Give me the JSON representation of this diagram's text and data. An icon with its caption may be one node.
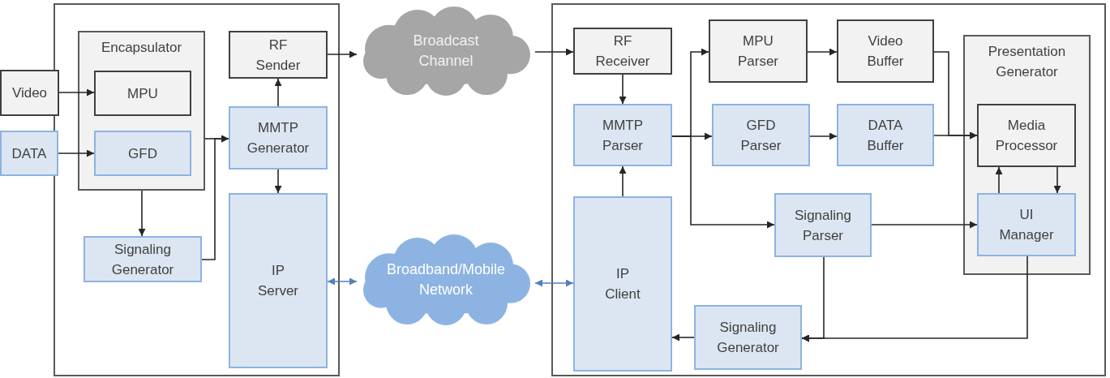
{
  "diagram": {
    "nodes": [
      {
        "text": [],
        "shape": "box"
      },
      {
        "text": [
          "Encapsulator"
        ],
        "in": 0
      },
      {
        "text": [
          "MPU"
        ],
        "in": 1
      },
      {
        "text": [
          "GFD"
        ],
        "in": 1
      },
      {
        "text": [
          "Video"
        ]
      },
      {
        "text": [
          "DATA"
        ]
      },
      {
        "text": [
          "RF Sender"
        ],
        "in": 0
      },
      {
        "text": [
          "MMTP Generator"
        ],
        "in": 0
      },
      {
        "text": [
          "Signaling Generator"
        ],
        "in": 0
      },
      {
        "text": [
          "IP Server"
        ],
        "in": 0
      },
      {
        "text": [
          "Broadcast Channel"
        ]
      },
      {
        "text": [
          "Broadband/Mobile Network"
        ]
      },
      {
        "text": [],
        "shape": "box"
      },
      {
        "text": [
          "RF Receiver"
        ],
        "in": 12
      },
      {
        "text": [
          "MMTP Parser"
        ],
        "in": 12
      },
      {
        "text": [
          "MPU Parser"
        ],
        "in": 12
      },
      {
        "text": [
          "GFD Parser"
        ],
        "in": 12
      },
      {
        "text": [
          "Video Buffer"
        ],
        "in": 12
      },
      {
        "text": [
          "DATA Buffer"
        ],
        "in": 12
      },
      {
        "text": [
          "Presentation Generator"
        ],
        "in": 12
      },
      {
        "text": [
          "Media Processor"
        ],
        "in": 19
      },
      {
        "text": [
          "UI Manager"
        ],
        "in": 19
      },
      {
        "text": [
          "Signaling Parser"
        ],
        "in": 12
      },
      {
        "text": [
          "IP Client"
        ],
        "in": 12
      },
      {
        "text": [
          "Signaling Generator"
        ],
        "in": 12
      }
    ],
    "edges": [
      {
        "from": 4,
        "to": 2,
        "arrow": "to"
      },
      {
        "from": 5,
        "to": 3,
        "arrow": "to"
      },
      {
        "from": 1,
        "to": 7,
        "arrow": "to"
      },
      {
        "from": 8,
        "to": 7,
        "arrow": "to"
      },
      {
        "from": 1,
        "to": 8,
        "arrow": "to"
      },
      {
        "from": 7,
        "to": 6,
        "arrow": "to"
      },
      {
        "from": 7,
        "to": 9,
        "arrow": "to"
      },
      {
        "from": 6,
        "to": 10,
        "arrow": "to"
      },
      {
        "from": 10,
        "to": 13,
        "arrow": "to"
      },
      {
        "from": 9,
        "to": 11,
        "arrow": "both",
        "color": "#4f81bd"
      },
      {
        "from": 11,
        "to": 23,
        "arrow": "both",
        "color": "#4f81bd"
      },
      {
        "from": 13,
        "to": 14,
        "arrow": "to"
      },
      {
        "from": 23,
        "to": 14,
        "arrow": "to"
      },
      {
        "from": 14,
        "to": 16,
        "arrow": "to"
      },
      {
        "from": 14,
        "to": 15,
        "arrow": "to"
      },
      {
        "from": 14,
        "to": 22,
        "arrow": "to"
      },
      {
        "from": 15,
        "to": 17,
        "arrow": "to"
      },
      {
        "from": 16,
        "to": 18,
        "arrow": "to"
      },
      {
        "from": 17,
        "to": 20,
        "arrow": "to"
      },
      {
        "from": 18,
        "to": 20,
        "arrow": "to"
      },
      {
        "from": 22,
        "to": 21,
        "arrow": "to"
      },
      {
        "from": 21,
        "to": 20,
        "arrow": "to"
      },
      {
        "from": 20,
        "to": 21,
        "arrow": "to"
      },
      {
        "from": 21,
        "to": 24,
        "arrow": "to"
      },
      {
        "from": 22,
        "to": 24,
        "arrow": "to"
      },
      {
        "from": 24,
        "to": 23,
        "arrow": "to"
      }
    ]
  }
}
